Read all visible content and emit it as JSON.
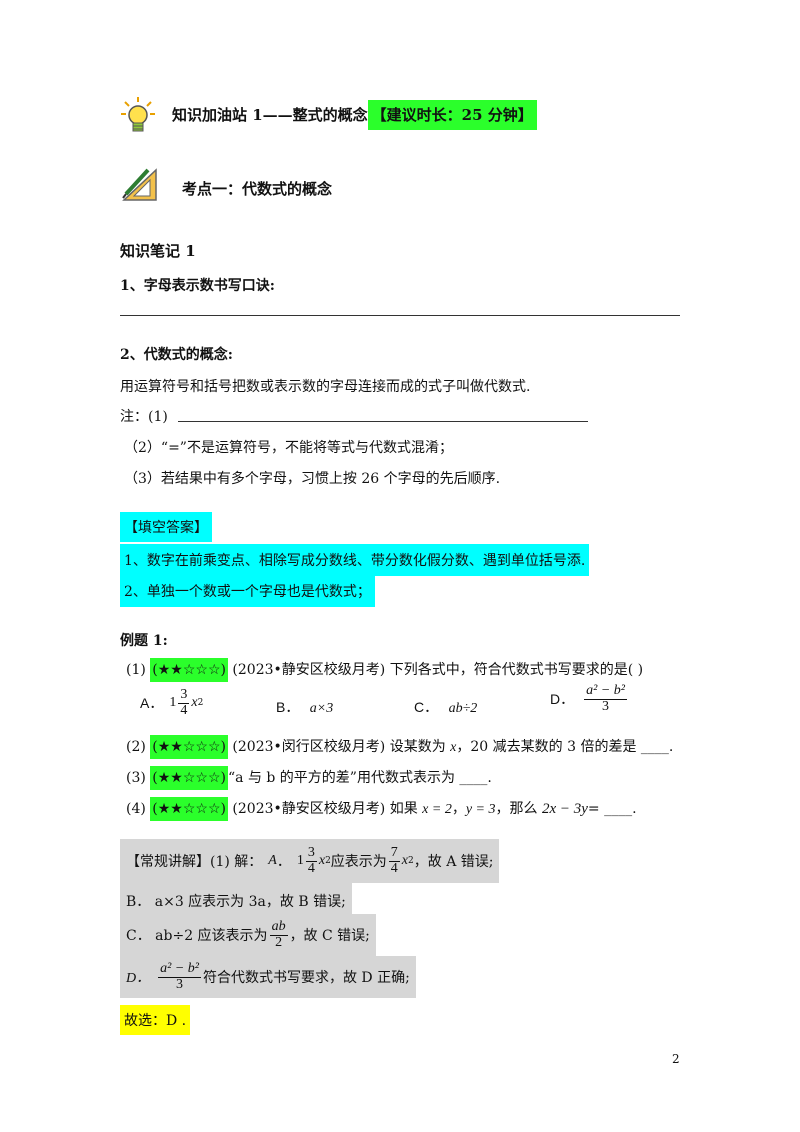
{
  "header": {
    "title": "知识加油站 1——整式的概念",
    "time_tag": "【建议时长：25 分钟】"
  },
  "section": {
    "title": "考点一：代数式的概念"
  },
  "notes": {
    "heading": "知识笔记 1",
    "item1": "1、字母表示数书写口诀:",
    "item2": "2、代数式的概念:",
    "definition": "用运算符号和括号把数或表示数的字母连接而成的式子叫做代数式.",
    "note_label": "注：(1)",
    "note2": "（2）“=”不是运算符号，不能将等式与代数式混淆；",
    "note3": "（3）若结果中有多个字母，习惯上按 26 个字母的先后顺序."
  },
  "answers": {
    "label": "【填空答案】",
    "a1": "1、数字在前乘变点、相除写成分数线、带分数化假分数、遇到单位括号添.",
    "a2": "2、单独一个数或一个字母也是代数式；"
  },
  "example": {
    "heading": "例题 1:",
    "stars": "(★★☆☆☆)",
    "q1": {
      "num": "(1)",
      "text": " (2023•静安区校级月考) 下列各式中，符合代数式书写要求的是(       )",
      "A_label": "A．",
      "A_whole": "1",
      "A_num": "3",
      "A_den": "4",
      "A_var": "x",
      "B_label": "B．",
      "B_expr": "a×3",
      "C_label": "C．",
      "C_expr": "ab÷2",
      "D_label": "D．",
      "D_num": "a² − b²",
      "D_den": "3"
    },
    "q2": {
      "num": "(2)",
      "text_a": " (2023•闵行区校级月考) 设某数为",
      "var": "x",
      "text_b": "，20 减去某数的 3 倍的差是 ____."
    },
    "q3": {
      "num": "(3)",
      "text": "“a 与 b 的平方的差”用代数式表示为 ____."
    },
    "q4": {
      "num": "(4)",
      "text_a": " (2023•静安区校级月考) 如果",
      "eq1": "x = 2",
      "sep": "，",
      "eq2": "y = 3",
      "text_b": "，那么",
      "expr": "2x − 3y",
      "text_c": "= ____."
    }
  },
  "solution": {
    "l1_a": "【常规讲解】(1) 解：",
    "l1_A": "A",
    "l1_dot": "．",
    "l1_whole": "1",
    "l1_num": "3",
    "l1_den": "4",
    "l1_mid": "应表示为",
    "l1_num2": "7",
    "l1_den2": "4",
    "l1_end": "，故 A 错误;",
    "l2": "B．  a×3 应表示为 3a，故 B 错误;",
    "l3_a": "C．  ab÷2 应该表示为",
    "l3_num": "ab",
    "l3_den": "2",
    "l3_end": "，故 C 错误;",
    "l4_a": "D．",
    "l4_num": "a² − b²",
    "l4_den": "3",
    "l4_end": "符合代数式书写要求，故 D 正确;",
    "choice": "故选：D ."
  },
  "page_number": "2"
}
